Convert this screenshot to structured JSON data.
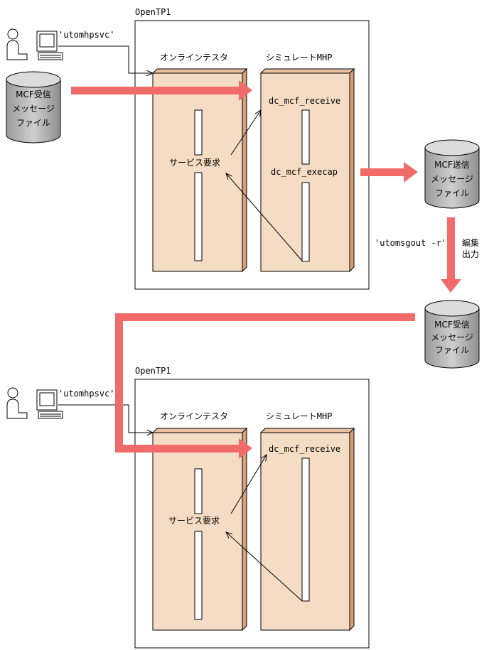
{
  "colors": {
    "box_front": "#f5dcc4",
    "box_side": "#d9a07c",
    "big_arrow": "#f26b6b",
    "cylinder_top": "#dcdcdc",
    "cylinder_body": "#b4b4b4"
  },
  "icons": {
    "user": "user-at-computer-icon",
    "file": "database-cylinder-icon"
  },
  "top": {
    "container_title": "OpenTP1",
    "command": "'utomhpsvc'",
    "tester_label": "オンラインテスタ",
    "mhp_label": "シミュレートMHP",
    "service_request": "サービス要求",
    "receive_call": "dc_mcf_receive",
    "execap_call": "dc_mcf_execap",
    "in_file_line1": "MCF受信",
    "in_file_line2": "メッセージ",
    "in_file_line3": "ファイル",
    "out_file_line1": "MCF送信",
    "out_file_line2": "メッセージ",
    "out_file_line3": "ファイル"
  },
  "middle": {
    "command": "'utomsgout -r'",
    "edit_line1": "編集",
    "edit_line2": "出力",
    "file_line1": "MCF受信",
    "file_line2": "メッセージ",
    "file_line3": "ファイル"
  },
  "bottom": {
    "container_title": "OpenTP1",
    "command": "'utomhpsvc'",
    "tester_label": "オンラインテスタ",
    "mhp_label": "シミュレートMHP",
    "service_request": "サービス要求",
    "receive_call": "dc_mcf_receive"
  }
}
